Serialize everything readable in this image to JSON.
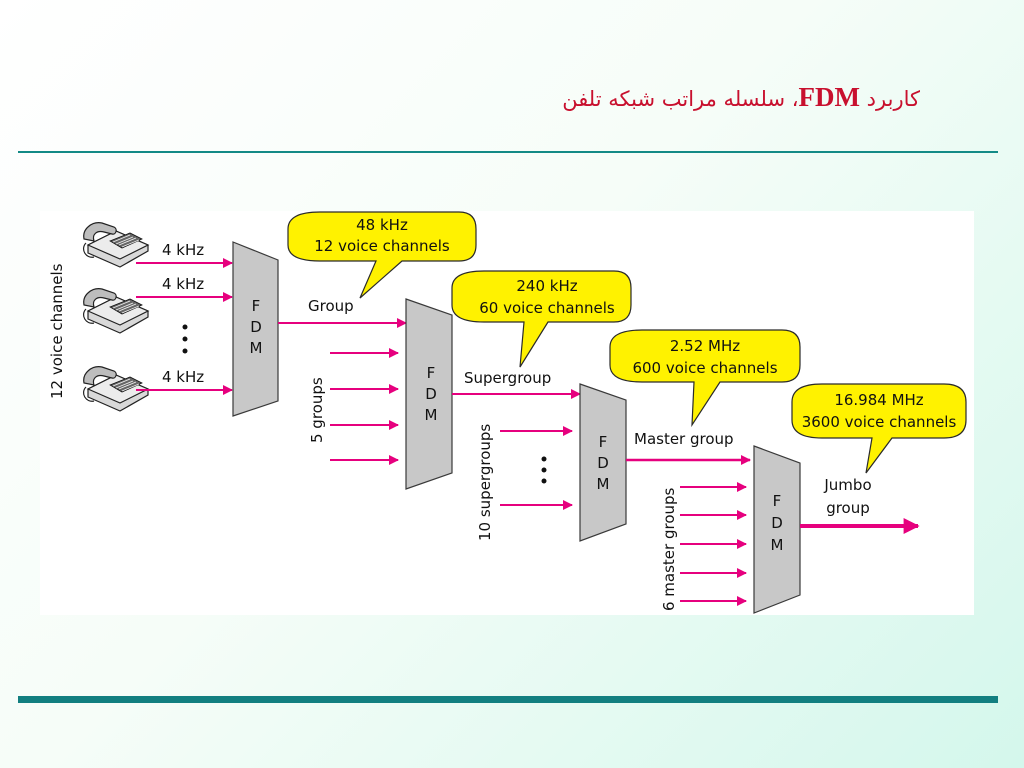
{
  "slide": {
    "title_before": "کاربرد ",
    "title_strong": "FDM",
    "title_after": "، سلسله مراتب شبکه تلفن"
  },
  "diagram": {
    "input_label": "12 voice channels",
    "channel_bandwidth": "4 kHz",
    "fdm": [
      "F",
      "D",
      "M"
    ],
    "dots": "•",
    "stages": [
      {
        "output_label": "Group",
        "callout_line1": "48 kHz",
        "callout_line2": "12 voice channels"
      },
      {
        "inputs_label": "5 groups",
        "output_label": "Supergroup",
        "callout_line1": "240 kHz",
        "callout_line2": "60 voice channels"
      },
      {
        "inputs_label": "10 supergroups",
        "output_label": "Master group",
        "callout_line1": "2.52 MHz",
        "callout_line2": "600 voice channels"
      },
      {
        "inputs_label": "6 master groups",
        "output_label_line1": "Jumbo",
        "output_label_line2": "group",
        "callout_line1": "16.984 MHz",
        "callout_line2": "3600 voice channels"
      }
    ],
    "colors": {
      "arrow": "#e6007e",
      "mux_fill": "#c8c8c8",
      "mux_stroke": "#3a3a3a",
      "callout_fill": "#fff200",
      "callout_stroke": "#2a2a2a"
    }
  }
}
